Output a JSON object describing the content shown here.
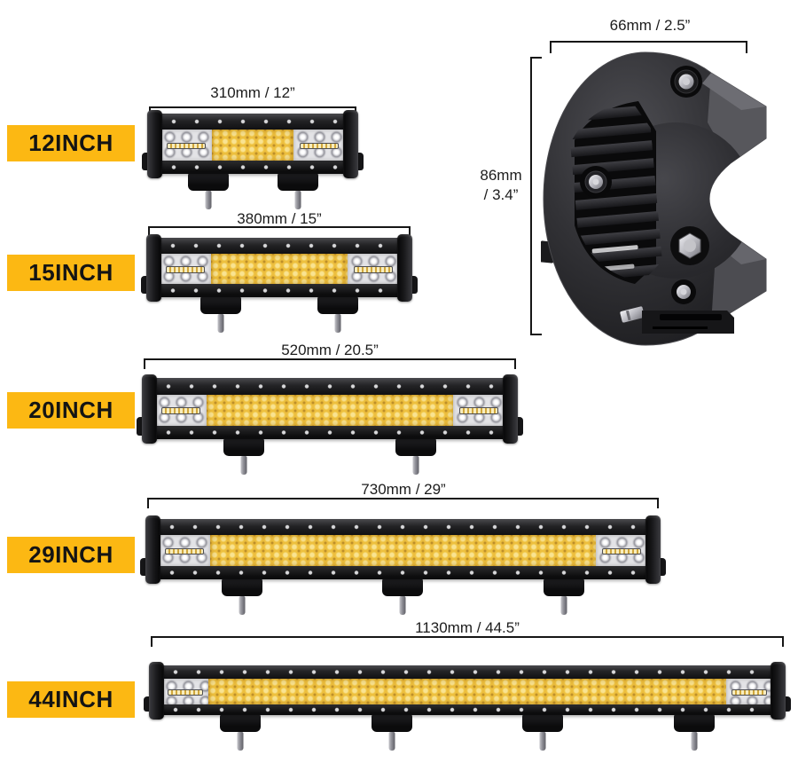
{
  "page": {
    "background": "#ffffff"
  },
  "styles": {
    "accent_yellow": "#FCB813",
    "amber_led_color": "#EDBE3E",
    "housing_color": "#141414",
    "annotation_text_color": "#1c1c1c"
  },
  "side_view": {
    "width_label": "66mm / 2.5”",
    "height_label_line1": "86mm",
    "height_label_line2": "/ 3.4”"
  },
  "products": [
    {
      "label": "12INCH",
      "dimension": "310mm / 12”",
      "mount_count": 2
    },
    {
      "label": "15INCH",
      "dimension": "380mm / 15”",
      "mount_count": 2
    },
    {
      "label": "20INCH",
      "dimension": "520mm / 20.5”",
      "mount_count": 2
    },
    {
      "label": "29INCH",
      "dimension": "730mm / 29”",
      "mount_count": 3
    },
    {
      "label": "44INCH",
      "dimension": "1130mm / 44.5”",
      "mount_count": 4
    }
  ]
}
